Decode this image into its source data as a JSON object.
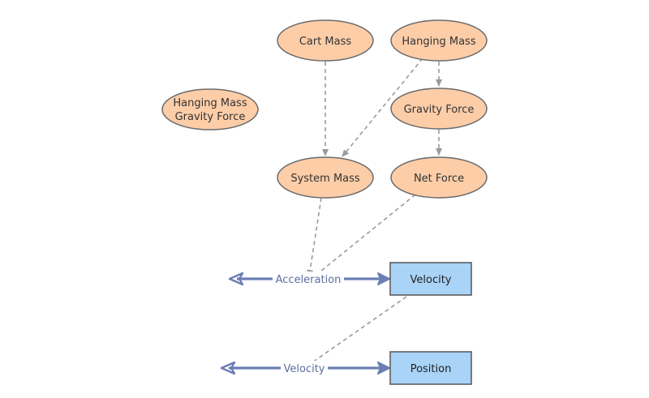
{
  "colors": {
    "variable_fill": "#fdcda8",
    "variable_stroke": "#6b6b6b",
    "stock_fill": "#a9d3f7",
    "stock_stroke": "#555555",
    "flow": "#6a7fb3",
    "link": "#9a9a9a"
  },
  "variables": {
    "cart_mass": "Cart Mass",
    "hanging_mass": "Hanging Mass",
    "hanging_mass_gravity_force_line1": "Hanging Mass",
    "hanging_mass_gravity_force_line2": "Gravity Force",
    "gravity_force": "Gravity Force",
    "system_mass": "System Mass",
    "net_force": "Net Force"
  },
  "flows": {
    "acceleration": "Acceleration",
    "velocity": "Velocity"
  },
  "stocks": {
    "velocity": "Velocity",
    "position": "Position"
  }
}
